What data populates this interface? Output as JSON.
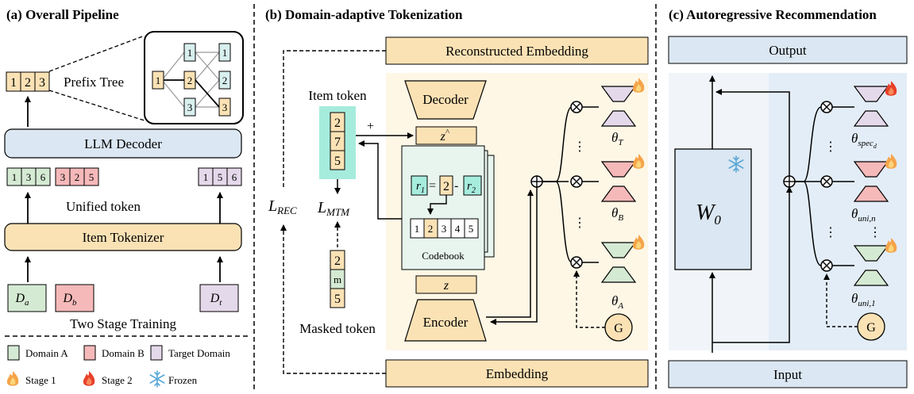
{
  "panels": {
    "a": {
      "title": "(a) Overall Pipeline",
      "prefix_tree": "Prefix Tree",
      "llm_decoder": "LLM Decoder",
      "unified_token": "Unified token",
      "item_tokenizer": "Item Tokenizer",
      "two_stage": "Two Stage Training",
      "seq_tokens": [
        "1",
        "2",
        "3"
      ],
      "tree_root": "1",
      "tree_mid": [
        "1",
        "2",
        "3"
      ],
      "tree_leaf": [
        "1",
        "2",
        "3"
      ],
      "tokens_a": [
        "1",
        "3",
        "6"
      ],
      "tokens_b": [
        "3",
        "2",
        "5"
      ],
      "tokens_t": [
        "1",
        "5",
        "6"
      ],
      "d_a": "D",
      "d_a_sub": "a",
      "d_b": "D",
      "d_b_sub": "b",
      "d_t": "D",
      "d_t_sub": "t",
      "legend": {
        "domain_a": "Domain A",
        "domain_b": "Domain B",
        "target": "Target Domain",
        "stage1": "Stage 1",
        "stage2": "Stage 2",
        "frozen": "Frozen"
      }
    },
    "b": {
      "title": "(b) Domain-adaptive Tokenization",
      "reconstructed": "Reconstructed Embedding",
      "embedding": "Embedding",
      "item_token": "Item token",
      "masked_token": "Masked token",
      "item_tokens": [
        "2",
        "7",
        "5"
      ],
      "masked_tokens": [
        "2",
        "m",
        "5"
      ],
      "plus": "+",
      "decoder": "Decoder",
      "encoder": "Encoder",
      "z_hat": "z",
      "z_hat_mark": "^",
      "z": "z",
      "codebook": "Codebook",
      "codebook_cells": [
        "1",
        "2",
        "3",
        "4",
        "5"
      ],
      "r1": "r",
      "r1_sub": "1",
      "r2": "r",
      "r2_sub": "2",
      "eq": "=",
      "minus": "-",
      "two": "2",
      "l_rec": "L",
      "l_rec_sub": "REC",
      "l_mtm": "L",
      "l_mtm_sub": "MTM",
      "theta_t": "θ",
      "theta_t_sub": "T",
      "theta_b": "θ",
      "theta_b_sub": "B",
      "theta_a": "θ",
      "theta_a_sub": "A",
      "gate": "G",
      "dots": "⋮"
    },
    "c": {
      "title": "(c) Autoregressive Recommendation",
      "output": "Output",
      "input": "Input",
      "w0": "W",
      "w0_sub": "0",
      "theta_spec": "θ",
      "theta_spec_sub": "spec",
      "theta_spec_subsub": "d",
      "theta_uni_n": "θ",
      "theta_uni_n_sub": "uni,n",
      "theta_uni_1": "θ",
      "theta_uni_1_sub": "uni,1",
      "gate": "G",
      "dots": "⋮"
    }
  },
  "colors": {
    "domain_a": "#d5ead3",
    "domain_b": "#f6b9b9",
    "target": "#e4d9ea",
    "orange": "#fbe2b5",
    "blue": "#dbe7f2",
    "teal": "#a6ecdd"
  }
}
